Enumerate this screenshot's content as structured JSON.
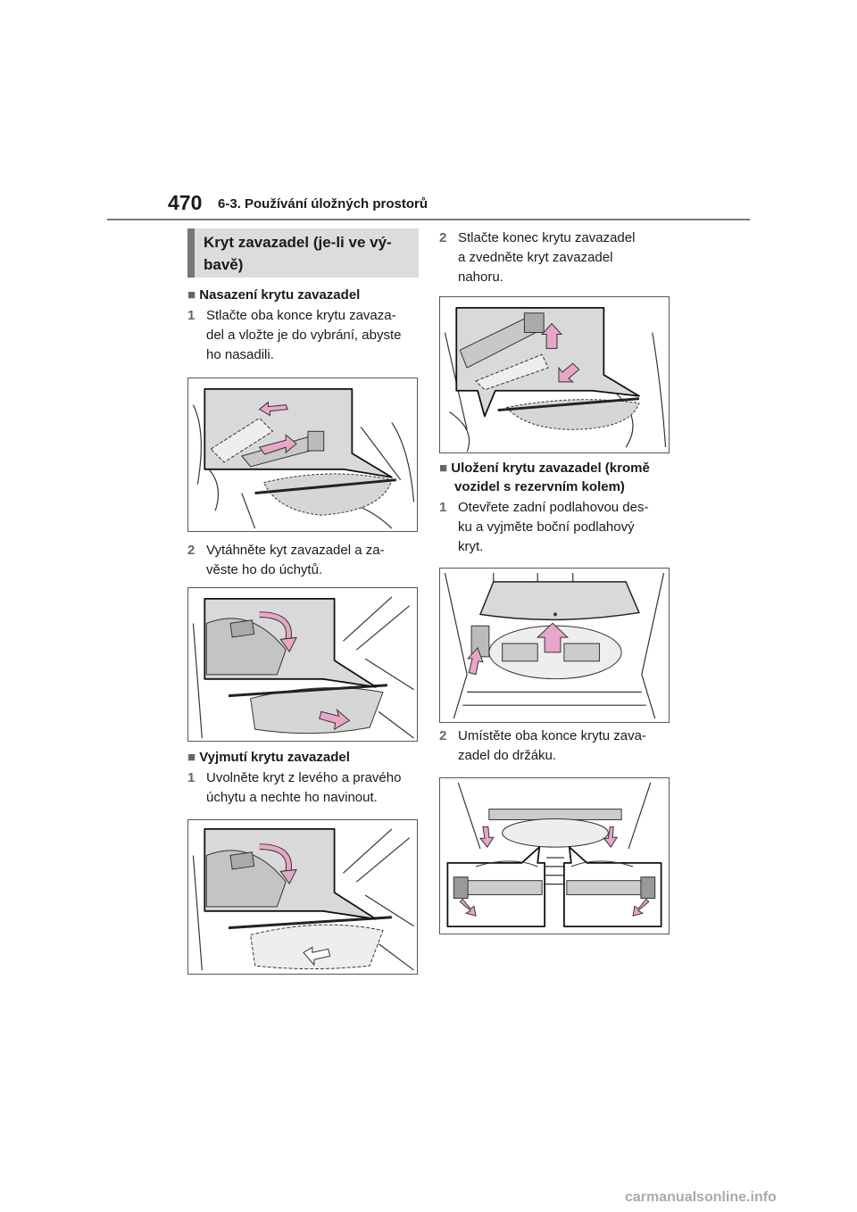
{
  "header": {
    "page_number": "470",
    "chapter": "6-3. Používání úložných prostorů"
  },
  "section": {
    "title_line1": "Kryt zavazadel (je-li ve vý-",
    "title_line2": "bavě)"
  },
  "install": {
    "heading": "Nasazení krytu zavazadel",
    "step1": {
      "num": "1",
      "lines": [
        "Stlačte oba konce krytu zavaza-",
        "del a vložte je do vybrání, abyste",
        "ho nasadili."
      ]
    },
    "step2": {
      "num": "2",
      "lines": [
        "Vytáhněte kyt zavazadel a za-",
        "věste ho do úchytů."
      ]
    }
  },
  "remove": {
    "heading": "Vyjmutí krytu zavazadel",
    "step1": {
      "num": "1",
      "lines": [
        "Uvolněte kryt z levého a pravého",
        "úchytu a nechte ho navinout."
      ]
    },
    "step2": {
      "num": "2",
      "lines": [
        "Stlačte konec krytu zavazadel",
        "a zvedněte kryt zavazadel",
        "nahoru."
      ]
    }
  },
  "storage": {
    "heading_lines": [
      "Uložení krytu zavazadel (kromě",
      "vozidel s rezervním kolem)"
    ],
    "step1": {
      "num": "1",
      "lines": [
        "Otevřete zadní podlahovou des-",
        "ku a vyjměte boční podlahový",
        "kryt."
      ]
    },
    "step2": {
      "num": "2",
      "lines": [
        "Umístěte oba konce krytu zava-",
        "zadel do držáku."
      ]
    }
  },
  "footer": {
    "watermark": "carmanualsonline.info"
  },
  "colors": {
    "arrow_pink": "#e8a6c8",
    "callout_gray": "#d9d9d9",
    "rule_gray": "#7a7a7a",
    "section_bg": "#dcdcdc"
  }
}
